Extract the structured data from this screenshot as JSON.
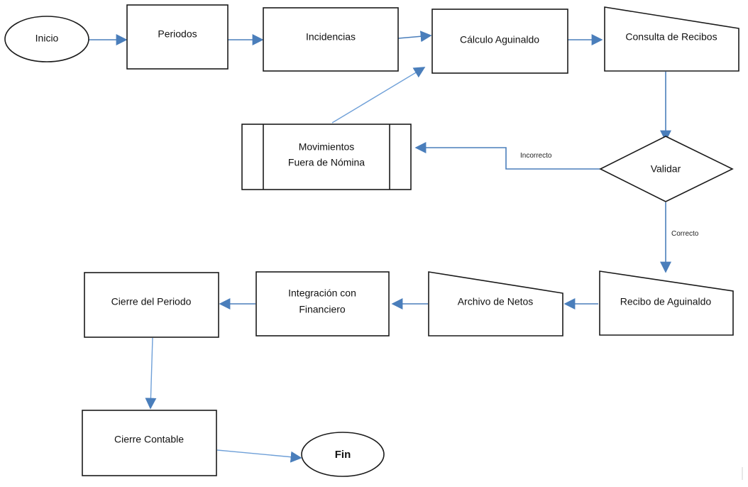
{
  "diagram": {
    "nodes": {
      "inicio": "Inicio",
      "periodos": "Periodos",
      "incidencias": "Incidencias",
      "calculo": "Cálculo Aguinaldo",
      "consulta": "Consulta de Recibos",
      "movimientos_1": "Movimientos",
      "movimientos_2": "Fuera de Nómina",
      "validar": "Validar",
      "recibo": "Recibo de Aguinaldo",
      "archivo": "Archivo de Netos",
      "integracion_1": "Integración con",
      "integracion_2": "Financiero",
      "cierre_periodo": "Cierre del Periodo",
      "cierre_contable": "Cierre Contable",
      "fin": "Fin"
    },
    "edge_labels": {
      "incorrecto": "Incorrecto",
      "correcto": "Correcto"
    },
    "colors": {
      "connector": "#4a7ebb",
      "outline": "#1a1a1a"
    }
  }
}
